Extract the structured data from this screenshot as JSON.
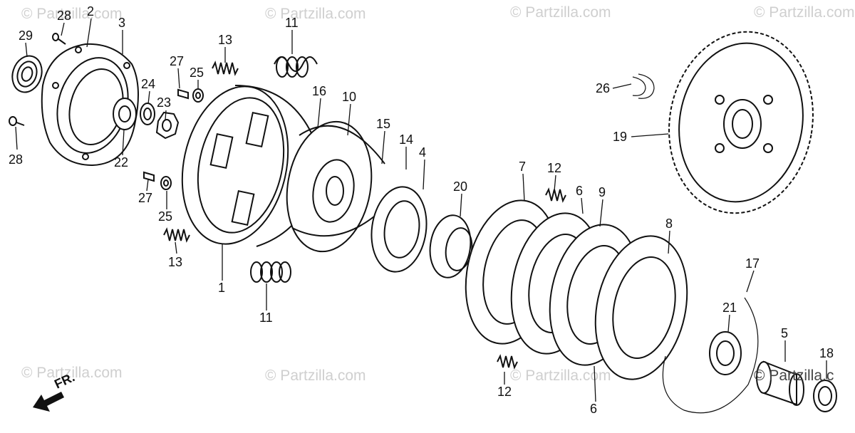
{
  "watermark": "© Partzilla.com",
  "watermark_partial": "© Partzilla.c",
  "direction_label": "FR.",
  "callouts": {
    "c28a": "28",
    "c2": "2",
    "c3": "3",
    "c29": "29",
    "c28b": "28",
    "c22": "22",
    "c24": "24",
    "c23": "23",
    "c27a": "27",
    "c25a": "25",
    "c27b": "27",
    "c25b": "25",
    "c13a": "13",
    "c13b": "13",
    "c11a": "11",
    "c11b": "11",
    "c1": "1",
    "c16": "16",
    "c10": "10",
    "c15": "15",
    "c14": "14",
    "c4": "4",
    "c20": "20",
    "c7": "7",
    "c12a": "12",
    "c12b": "12",
    "c6a": "6",
    "c6b": "6",
    "c9": "9",
    "c8": "8",
    "c26": "26",
    "c19": "19",
    "c17": "17",
    "c21": "21",
    "c5": "5",
    "c18": "18"
  }
}
